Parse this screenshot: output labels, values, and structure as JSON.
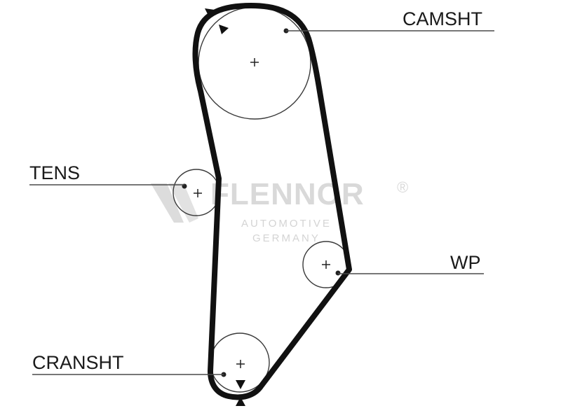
{
  "labels": {
    "camshaft": "CAMSHT",
    "tensioner": "TENS",
    "water_pump": "WP",
    "crankshaft": "CRANSHT"
  },
  "watermark": {
    "brand": "FLENNOR",
    "registered": "®",
    "line1": "Automotive",
    "line2": "Germany",
    "logo_icon": "flennor-logo-icon"
  },
  "colors": {
    "belt": "#111111",
    "pulley_outline": "#3a3a3a",
    "watermark": "#d9d9d9"
  }
}
